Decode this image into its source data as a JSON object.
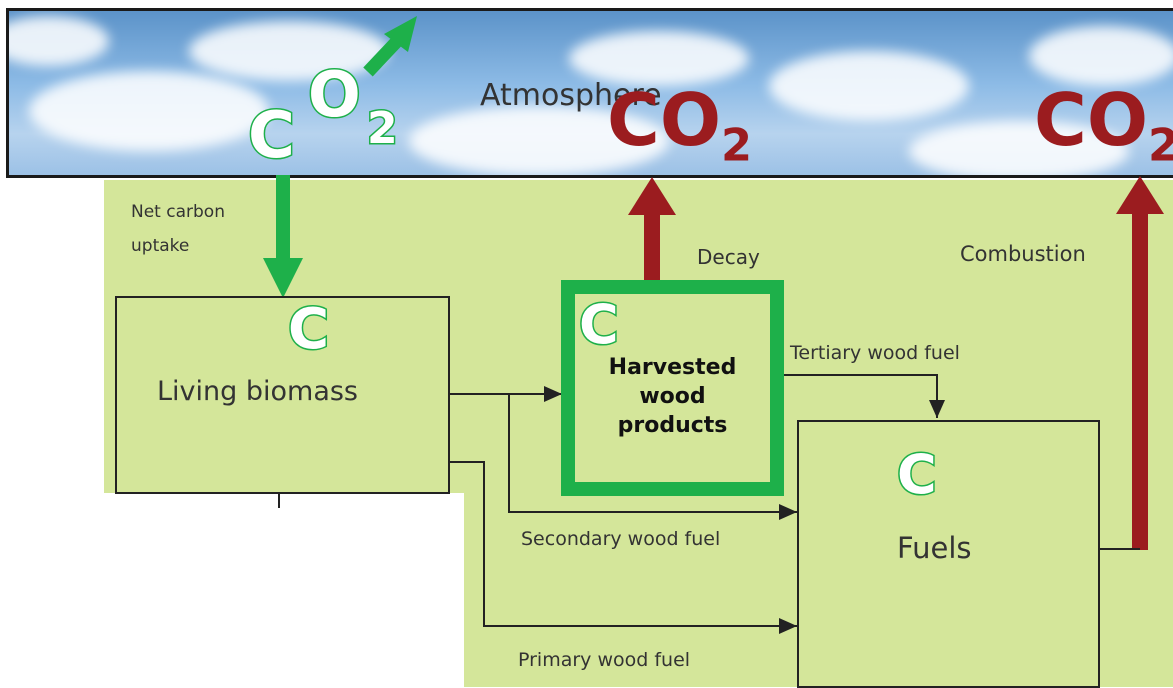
{
  "atmosphere": {
    "label": "Atmosphere"
  },
  "flows": {
    "net_uptake_line1": "Net carbon",
    "net_uptake_line2": "uptake",
    "decay": "Decay",
    "combustion": "Combustion",
    "tertiary": "Tertiary wood fuel",
    "secondary": "Secondary wood fuel",
    "primary": "Primary wood fuel"
  },
  "boxes": {
    "living_biomass": "Living biomass",
    "harvested_line1": "Harvested",
    "harvested_line2": "wood",
    "harvested_line3": "products",
    "fuels": "Fuels"
  },
  "symbols": {
    "carbon": "C",
    "o_letter": "O",
    "two": "2",
    "co2_main": "CO",
    "co2_sub": "2"
  },
  "colors": {
    "green_arrow": "#1eb04a",
    "red_arrow": "#9b1c1f",
    "panel": "#d4e69a"
  }
}
